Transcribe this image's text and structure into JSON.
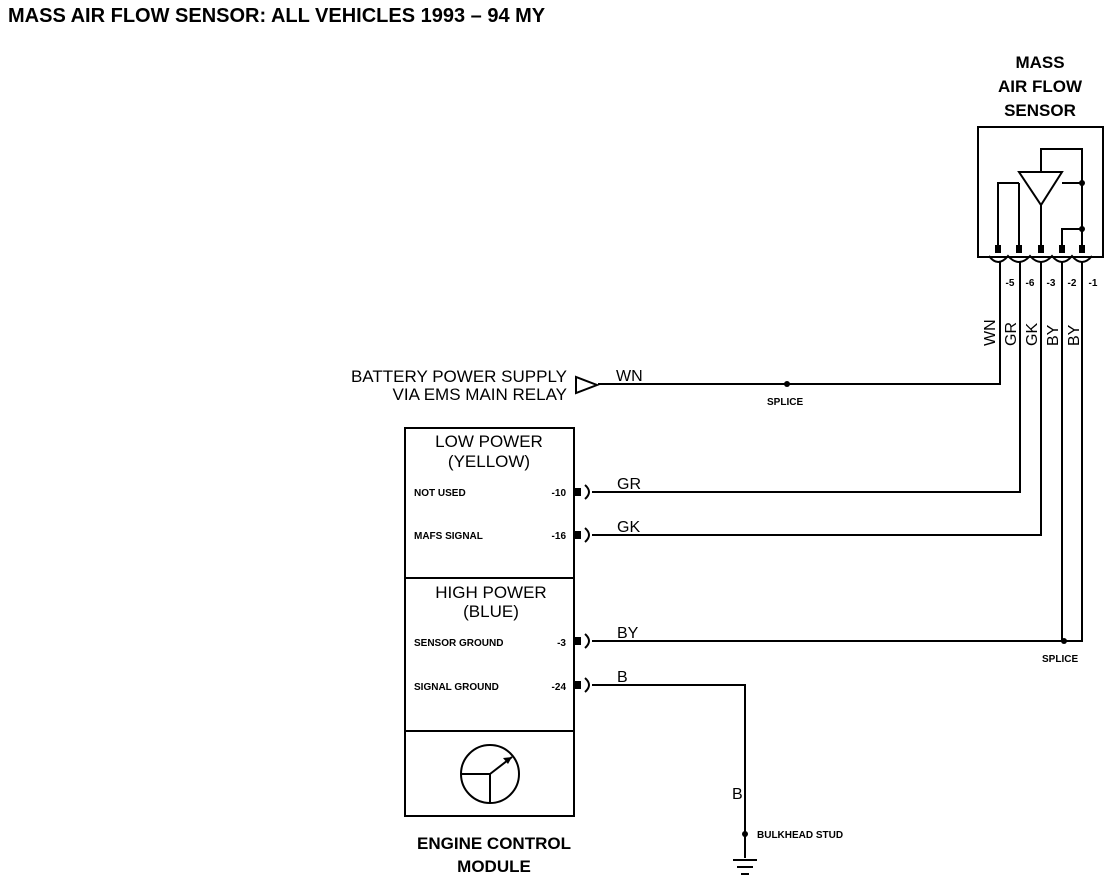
{
  "title": "MASS AIR FLOW SENSOR:  ALL VEHICLES  1993 – 94 MY",
  "sensor": {
    "label_lines": [
      "MASS",
      "AIR FLOW",
      "SENSOR"
    ],
    "pins": [
      "-5",
      "-6",
      "-3",
      "-2",
      "-1"
    ],
    "wire_colors": [
      "WN",
      "GR",
      "GK",
      "BY",
      "BY"
    ]
  },
  "battery": {
    "lines": [
      "BATTERY POWER SUPPLY",
      "VIA EMS MAIN RELAY"
    ],
    "wire": "WN",
    "splice": "SPLICE"
  },
  "ecm": {
    "low_power": {
      "heading_lines": [
        "LOW POWER",
        "(YELLOW)"
      ],
      "rows": [
        {
          "label": "NOT USED",
          "pin": "-10",
          "wire": "GR"
        },
        {
          "label": "MAFS SIGNAL",
          "pin": "-16",
          "wire": "GK"
        }
      ]
    },
    "high_power": {
      "heading_lines": [
        "HIGH POWER",
        "(BLUE)"
      ],
      "rows": [
        {
          "label": "SENSOR GROUND",
          "pin": "-3",
          "wire": "BY"
        },
        {
          "label": "SIGNAL GROUND",
          "pin": "-24",
          "wire": "B"
        }
      ]
    },
    "name_lines": [
      "ENGINE CONTROL",
      "MODULE"
    ]
  },
  "ground": {
    "splice": "SPLICE",
    "wire": "B",
    "stud": "BULKHEAD STUD"
  }
}
